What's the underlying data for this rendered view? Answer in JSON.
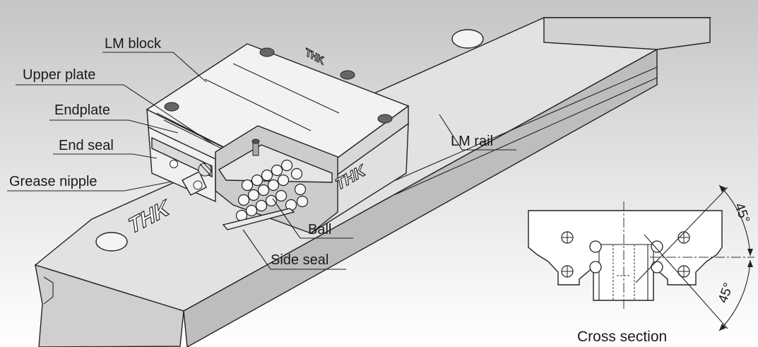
{
  "labels": {
    "lm_block": "LM block",
    "upper_plate": "Upper plate",
    "endplate": "Endplate",
    "end_seal": "End seal",
    "grease_nipple": "Grease nipple",
    "lm_rail": "LM rail",
    "ball": "Ball",
    "side_seal": "Side seal"
  },
  "logo_text": "THK",
  "cross_section": {
    "caption": "Cross section",
    "angle_top": "45°",
    "angle_bottom": "45°"
  },
  "colors": {
    "rail": "#dcdcdc",
    "block": "#eeeeee",
    "cutaway": "#cfcfcf",
    "outline": "#222222"
  }
}
